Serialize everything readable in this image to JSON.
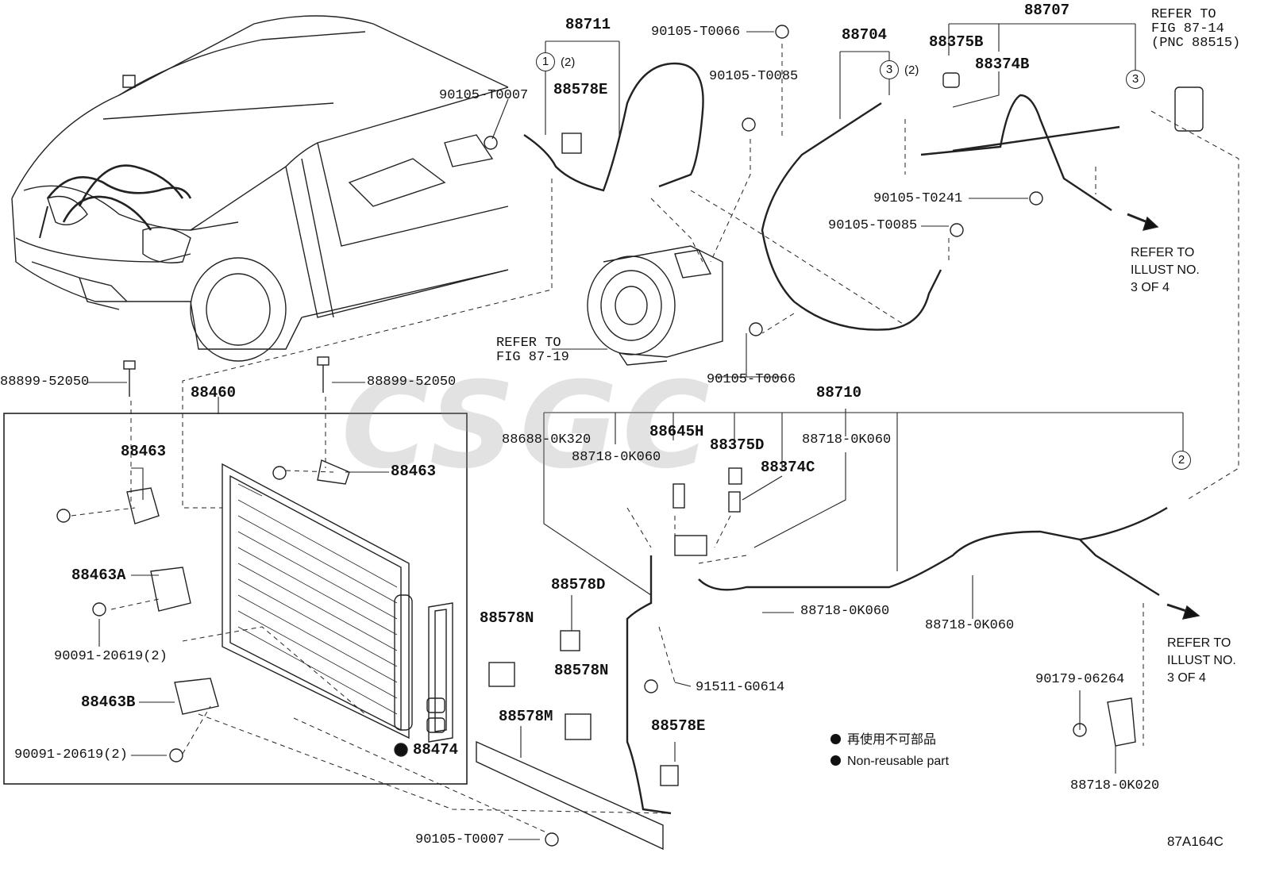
{
  "diagram_id": "87A164C",
  "watermark": "CSGC",
  "legend": {
    "line_ja": "再使用不可部品",
    "line_en": "Non-reusable part",
    "bullet_color": "#111111"
  },
  "refs": {
    "fig_87_14": "REFER TO\nFIG 87-14\n(PNC 88515)",
    "fig_87_19": "REFER TO\nFIG 87-19",
    "illust_3of4_a": "REFER TO\nILLUST NO.\n3 OF 4",
    "illust_3of4_b": "REFER TO\nILLUST NO.\n3 OF 4"
  },
  "circle_refs": [
    "1",
    "3",
    "3",
    "2"
  ],
  "sub_qty": "(2)",
  "labels": {
    "p88711": "88711",
    "p90105_T0066_top": "90105-T0066",
    "p88704": "88704",
    "p88707": "88707",
    "p90105_T0007_top": "90105-T0007",
    "p88578E_top": "88578E",
    "p90105_T0085_top": "90105-T0085",
    "p88375B": "88375B",
    "p88374B": "88374B",
    "p90105_T0241": "90105-T0241",
    "p90105_T0085_mid": "90105-T0085",
    "p90105_T0066_mid": "90105-T0066",
    "p88899_left": "88899-52050",
    "p88899_right": "88899-52050",
    "p88460": "88460",
    "p88710": "88710",
    "p88463_left": "88463",
    "p88463_right": "88463",
    "p88463A": "88463A",
    "p90091_a": "90091-20619(2)",
    "p88463B": "88463B",
    "p90091_b": "90091-20619(2)",
    "p88474": "88474",
    "p88688": "88688-0K320",
    "p88645H": "88645H",
    "p88375D": "88375D",
    "p88718_0K060_a": "88718-0K060",
    "p88718_0K060_b": "88718-0K060",
    "p88374C": "88374C",
    "p88578D": "88578D",
    "p88578N_a": "88578N",
    "p88578N_b": "88578N",
    "p88578M": "88578M",
    "p88578E_bot": "88578E",
    "p91511": "91511-G0614",
    "p88718_0K060_c": "88718-0K060",
    "p88718_0K060_d": "88718-0K060",
    "p90179": "90179-06264",
    "p88718_0K020": "88718-0K020",
    "p90105_T0007_bot": "90105-T0007"
  }
}
